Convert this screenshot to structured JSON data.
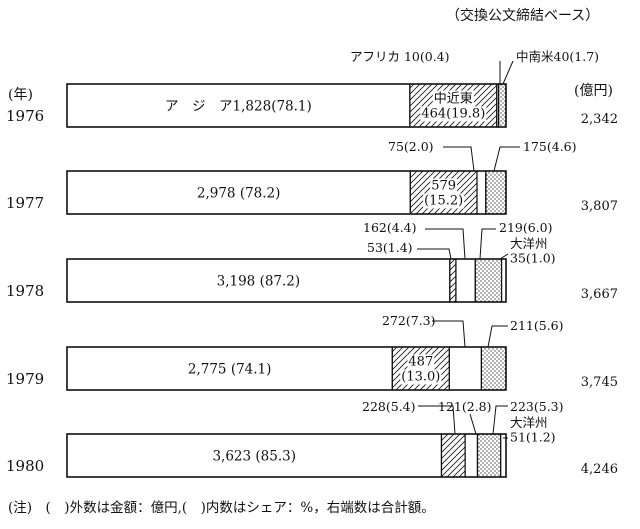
{
  "header_note": "（交換公文締結ベース）",
  "year_unit": "(年)",
  "value_unit": "(億円)",
  "footnote": "(注)　(　)外数は金額：億円,(　)内数はシェア：%，右端数は合計額。",
  "colors": {
    "ink": "#111111",
    "paper": "#ffffff"
  },
  "chart_data": {
    "type": "bar",
    "orientation": "horizontal-stacked-100",
    "categories": [
      "1976",
      "1977",
      "1978",
      "1979",
      "1980"
    ],
    "totals": [
      2342,
      3807,
      3667,
      3745,
      4246
    ],
    "total_labels": [
      "2,342",
      "3,807",
      "3,667",
      "3,745",
      "4,246"
    ],
    "region_order": [
      "アジア",
      "中近東",
      "アフリカ",
      "中南米",
      "大洋州"
    ],
    "region_fills": {
      "アジア": "white",
      "中近東": "hatch",
      "アフリカ": "white",
      "中南米": "dots",
      "大洋州": "white"
    },
    "series": [
      {
        "name": "アジア",
        "amounts": [
          1828,
          2978,
          3198,
          2775,
          3623
        ],
        "shares": [
          78.1,
          78.2,
          87.2,
          74.1,
          85.3
        ]
      },
      {
        "name": "中近東",
        "amounts": [
          464,
          579,
          53,
          487,
          228
        ],
        "shares": [
          19.8,
          15.2,
          1.4,
          13.0,
          5.4
        ]
      },
      {
        "name": "アフリカ",
        "amounts": [
          10,
          75,
          162,
          272,
          121
        ],
        "shares": [
          0.4,
          2.0,
          4.4,
          7.3,
          2.8
        ]
      },
      {
        "name": "中南米",
        "amounts": [
          40,
          175,
          219,
          211,
          223
        ],
        "shares": [
          1.7,
          4.6,
          6.0,
          5.6,
          5.3
        ]
      },
      {
        "name": "大洋州",
        "amounts": [
          0,
          0,
          35,
          0,
          51
        ],
        "shares": [
          0,
          0,
          1.0,
          0,
          1.2
        ]
      }
    ],
    "inside_labels": [
      [
        "ア　ジ　ア1,828(78.1)",
        "中近東\n464(19.8)"
      ],
      [
        "2,978 (78.2)",
        "579\n(15.2)"
      ],
      [
        "3,198 (87.2)"
      ],
      [
        "2,775 (74.1)",
        "487\n(13.0)"
      ],
      [
        "3,623 (85.3)"
      ]
    ],
    "callouts": [
      {
        "year": "1976",
        "region": "アフリカ",
        "text": "アフリカ 10(0.4)"
      },
      {
        "year": "1976",
        "region": "中南米",
        "text": "中南米40(1.7)"
      },
      {
        "year": "1977",
        "region": "アフリカ",
        "text": "75(2.0)"
      },
      {
        "year": "1977",
        "region": "中南米",
        "text": "175(4.6)"
      },
      {
        "year": "1978",
        "region": "アフリカ",
        "text": "162(4.4)"
      },
      {
        "year": "1978",
        "region": "中近東",
        "text": "53(1.4)"
      },
      {
        "year": "1978",
        "region": "中南米",
        "text": "219(6.0)"
      },
      {
        "year": "1978",
        "region": "大洋州",
        "text": "大洋州\n35(1.0)"
      },
      {
        "year": "1979",
        "region": "アフリカ",
        "text": "272(7.3)"
      },
      {
        "year": "1979",
        "region": "中南米",
        "text": "211(5.6)"
      },
      {
        "year": "1980",
        "region": "中近東",
        "text": "228(5.4)"
      },
      {
        "year": "1980",
        "region": "アフリカ",
        "text": "121(2.8)"
      },
      {
        "year": "1980",
        "region": "中南米",
        "text": "223(5.3)"
      },
      {
        "year": "1980",
        "region": "大洋州",
        "text": "大洋州\n51(1.2)"
      }
    ]
  }
}
